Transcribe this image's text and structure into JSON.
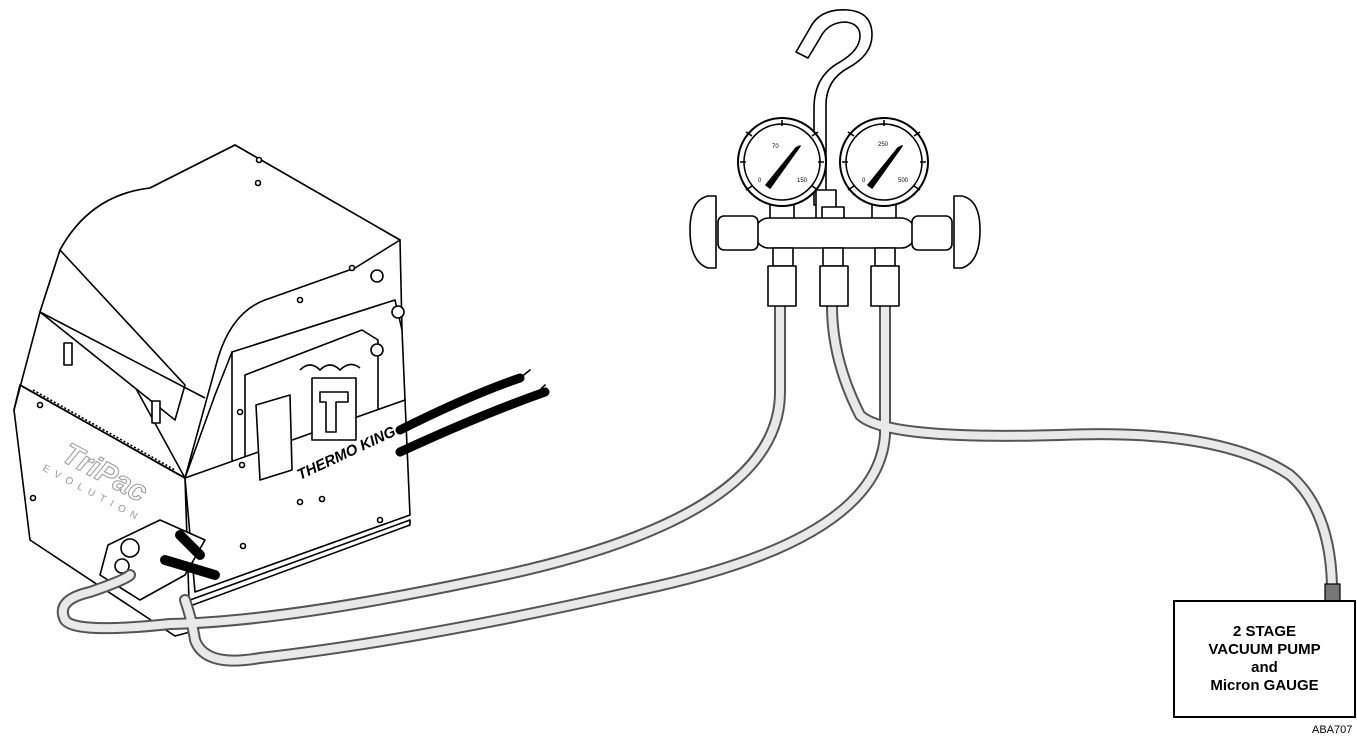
{
  "colors": {
    "line": "#000000",
    "hose_fill": "#e9e9e9",
    "hose_edge": "#555555",
    "coupler": "#777777",
    "unit_fill": "#ffffff"
  },
  "gauges": {
    "left": {
      "top": "70",
      "left": "0",
      "right": "150"
    },
    "right": {
      "top": "250",
      "left": "0",
      "right": "500"
    }
  },
  "unit": {
    "brand_logo": "TriPac",
    "brand_sub": "EVOLUTION",
    "maker": "THERMO KING"
  },
  "pump": {
    "line1": "2 STAGE",
    "line2": "VACUUM PUMP",
    "line3": "and",
    "line4": "Micron GAUGE"
  },
  "figure_code": "ABA707"
}
